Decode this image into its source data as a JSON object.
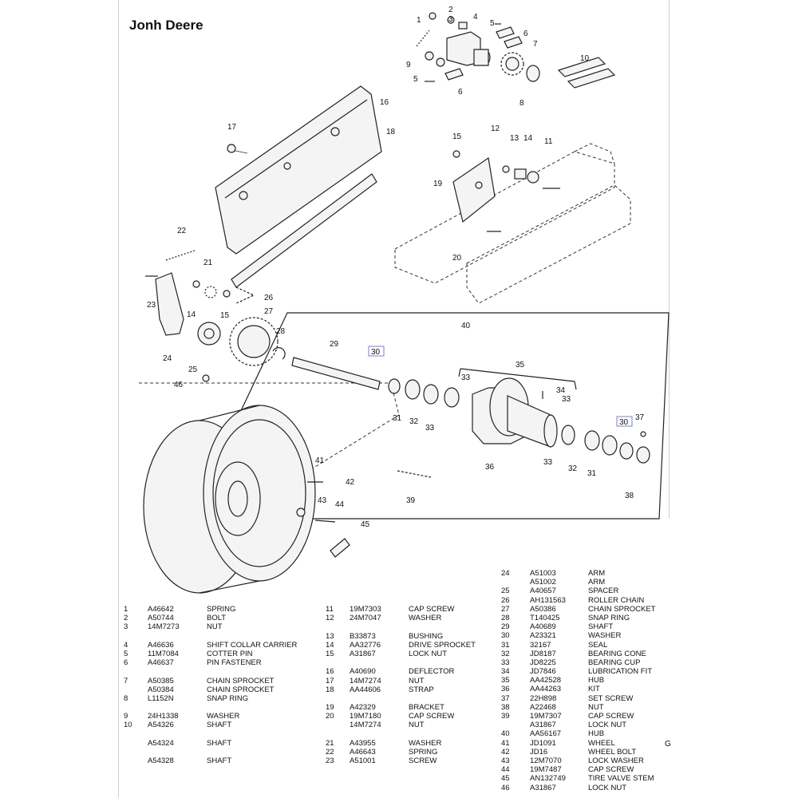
{
  "title": "Jonh Deere",
  "callouts": {
    "c1": "1",
    "c2": "2",
    "c3": "3",
    "c4": "4",
    "c5a": "5",
    "c5b": "5",
    "c6a": "6",
    "c6b": "6",
    "c7": "7",
    "c8": "8",
    "c9": "9",
    "c10": "10",
    "c11": "11",
    "c12": "12",
    "c13": "13",
    "c14a": "14",
    "c14b": "14",
    "c15a": "15",
    "c15b": "15",
    "c16": "16",
    "c17": "17",
    "c18": "18",
    "c19": "19",
    "c20": "20",
    "c21": "21",
    "c22": "22",
    "c23": "23",
    "c24": "24",
    "c25": "25",
    "c26": "26",
    "c27": "27",
    "c28": "28",
    "c29": "29",
    "c30a": "30",
    "c30b": "30",
    "c31a": "31",
    "c31b": "31",
    "c32a": "32",
    "c32b": "32",
    "c33a": "33",
    "c33b": "33",
    "c33c": "33",
    "c33d": "33",
    "c34": "34",
    "c35": "35",
    "c36": "36",
    "c37": "37",
    "c38": "38",
    "c39": "39",
    "c40": "40",
    "c41": "41",
    "c42": "42",
    "c43": "43",
    "c44": "44",
    "c45": "45",
    "c46": "46"
  },
  "parts_col1": [
    {
      "n": "1",
      "p": "A46642",
      "d": "SPRING"
    },
    {
      "n": "2",
      "p": "A50744",
      "d": "BOLT"
    },
    {
      "n": "3",
      "p": "14M7273",
      "d": "NUT"
    },
    {
      "gap": true
    },
    {
      "n": "4",
      "p": "A46636",
      "d": "SHIFT COLLAR CARRIER"
    },
    {
      "n": "5",
      "p": "11M7084",
      "d": "COTTER PIN"
    },
    {
      "n": "6",
      "p": "A46637",
      "d": "PIN FASTENER"
    },
    {
      "gap": true
    },
    {
      "n": "7",
      "p": "A50385",
      "d": "CHAIN SPROCKET"
    },
    {
      "n": "",
      "p": "A50384",
      "d": "CHAIN SPROCKET"
    },
    {
      "n": "8",
      "p": "L1152N",
      "d": "SNAP RING"
    },
    {
      "gap": true
    },
    {
      "n": "9",
      "p": "24H1338",
      "d": "WASHER"
    },
    {
      "n": "10",
      "p": "A54326",
      "d": "SHAFT"
    },
    {
      "gap": true
    },
    {
      "n": "",
      "p": "A54324",
      "d": "SHAFT"
    },
    {
      "gap": true
    },
    {
      "n": "",
      "p": "A54328",
      "d": "SHAFT"
    }
  ],
  "parts_col2": [
    {
      "n": "11",
      "p": "19M7303",
      "d": "CAP SCREW"
    },
    {
      "n": "12",
      "p": "24M7047",
      "d": "WASHER"
    },
    {
      "gap": true
    },
    {
      "n": "13",
      "p": "B33873",
      "d": "BUSHING"
    },
    {
      "n": "14",
      "p": "AA32776",
      "d": "DRIVE SPROCKET"
    },
    {
      "n": "15",
      "p": "A31867",
      "d": "LOCK NUT"
    },
    {
      "gap": true
    },
    {
      "n": "16",
      "p": "A40690",
      "d": "DEFLECTOR"
    },
    {
      "n": "17",
      "p": "14M7274",
      "d": "NUT"
    },
    {
      "n": "18",
      "p": "AA44606",
      "d": "STRAP"
    },
    {
      "gap": true
    },
    {
      "n": "19",
      "p": "A42329",
      "d": "BRACKET"
    },
    {
      "n": "20",
      "p": "19M7180",
      "d": "CAP SCREW"
    },
    {
      "n": "",
      "p": "14M7274",
      "d": "NUT"
    },
    {
      "gap": true
    },
    {
      "n": "21",
      "p": "A43955",
      "d": "WASHER"
    },
    {
      "n": "22",
      "p": "A46643",
      "d": "SPRING"
    },
    {
      "n": "23",
      "p": "A51001",
      "d": "SCREW"
    }
  ],
  "parts_col3": [
    {
      "n": "24",
      "p": "A51003",
      "d": "ARM"
    },
    {
      "n": "",
      "p": "A51002",
      "d": "ARM"
    },
    {
      "n": "25",
      "p": "A40657",
      "d": "SPACER"
    },
    {
      "n": "26",
      "p": "AH131563",
      "d": "ROLLER CHAIN"
    },
    {
      "n": "27",
      "p": "A50386",
      "d": "CHAIN SPROCKET"
    },
    {
      "n": "28",
      "p": "T140425",
      "d": "SNAP RING"
    },
    {
      "n": "29",
      "p": "A40689",
      "d": "SHAFT"
    },
    {
      "n": "30",
      "p": "A23321",
      "d": "WASHER"
    },
    {
      "n": "31",
      "p": "32167",
      "d": "SEAL"
    },
    {
      "n": "32",
      "p": "JD8187",
      "d": "BEARING CONE"
    },
    {
      "n": "33",
      "p": "JD8225",
      "d": "BEARING CUP"
    },
    {
      "n": "34",
      "p": "JD7846",
      "d": "LUBRICATION FIT"
    },
    {
      "n": "35",
      "p": "AA42528",
      "d": "HUB"
    },
    {
      "n": "36",
      "p": "AA44263",
      "d": "KIT"
    },
    {
      "n": "37",
      "p": "22H898",
      "d": "SET SCREW"
    },
    {
      "n": "38",
      "p": "A22468",
      "d": "NUT"
    },
    {
      "n": "39",
      "p": "19M7307",
      "d": "CAP SCREW"
    },
    {
      "n": "",
      "p": "A31867",
      "d": "LOCK NUT"
    },
    {
      "n": "40",
      "p": "AA56167",
      "d": "HUB"
    },
    {
      "n": "41",
      "p": "JD1091",
      "d": "WHEEL"
    },
    {
      "n": "42",
      "p": "JD16",
      "d": "WHEEL BOLT"
    },
    {
      "n": "43",
      "p": "12M7070",
      "d": "LOCK WASHER"
    },
    {
      "n": "44",
      "p": "19M7487",
      "d": "CAP SCREW"
    },
    {
      "n": "45",
      "p": "AN132749",
      "d": "TIRE VALVE STEM"
    },
    {
      "n": "46",
      "p": "A31867",
      "d": "LOCK NUT"
    }
  ],
  "stray_char": "G"
}
